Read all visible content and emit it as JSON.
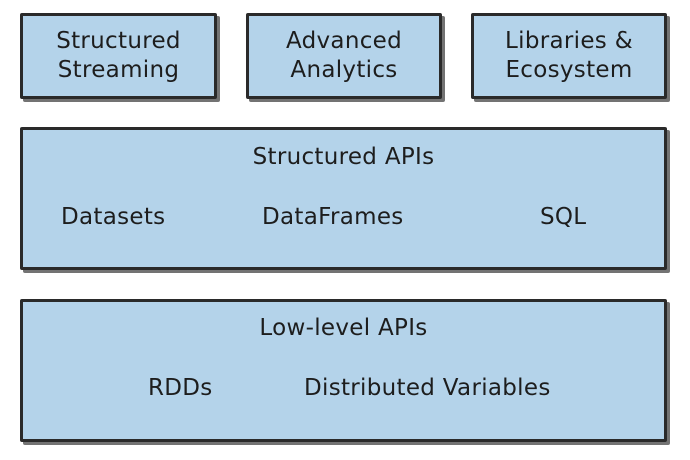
{
  "top_boxes": [
    {
      "line1": "Structured",
      "line2": "Streaming"
    },
    {
      "line1": "Advanced",
      "line2": "Analytics"
    },
    {
      "line1": "Libraries &",
      "line2": "Ecosystem"
    }
  ],
  "structured_apis": {
    "title": "Structured APIs",
    "items": [
      "Datasets",
      "DataFrames",
      "SQL"
    ]
  },
  "low_level_apis": {
    "title": "Low-level APIs",
    "items": [
      "RDDs",
      "Distributed Variables"
    ]
  },
  "colors": {
    "box_fill": "#b4d3ea",
    "border": "#2a2a2a",
    "text": "#1d1d1d"
  }
}
